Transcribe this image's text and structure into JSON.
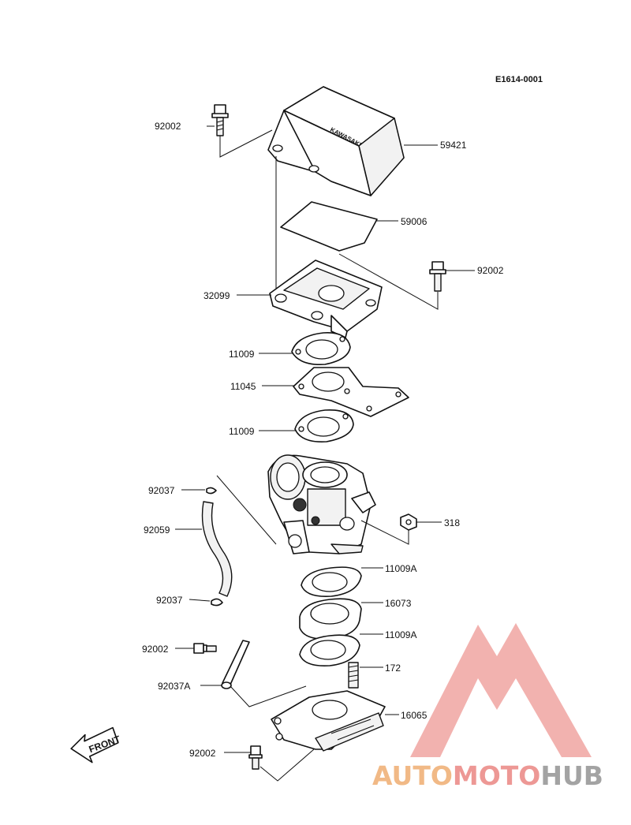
{
  "diagram_code": "E1614-0001",
  "front_label": "FRONT",
  "cover_brand": "KAWASAKI",
  "watermark": {
    "part1": "AUTO",
    "part2": "MOTO",
    "part3": "HUB",
    "colors": {
      "triangle": "#ec8d8a",
      "auto": "#f0b27a",
      "moto": "#ec8d8a",
      "hub": "#9a9a9a"
    }
  },
  "callouts": {
    "bolt_top": "92002",
    "cover": "59421",
    "filter": "59006",
    "bolt_right": "92002",
    "base": "32099",
    "gasket_top": "11009",
    "plate": "11045",
    "gasket_mid": "11009",
    "clip_top": "92037",
    "hose": "92059",
    "clip_bottom": "92037",
    "nut": "318",
    "gasket_a1": "11009A",
    "spacer": "16073",
    "gasket_a2": "11009A",
    "bolt_lower": "92002",
    "stud": "172",
    "tie": "92037A",
    "manifold": "16065",
    "bolt_bottom": "92002"
  }
}
